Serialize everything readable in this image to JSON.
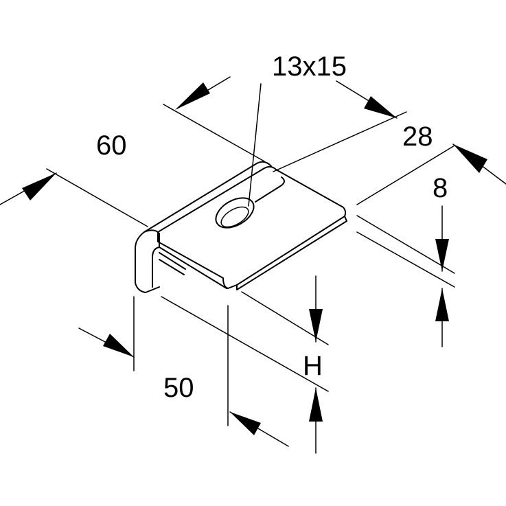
{
  "dimensions": {
    "hole": "13x15",
    "length": "60",
    "width": "28",
    "thickness": "8",
    "height": "H",
    "depth": "50"
  }
}
